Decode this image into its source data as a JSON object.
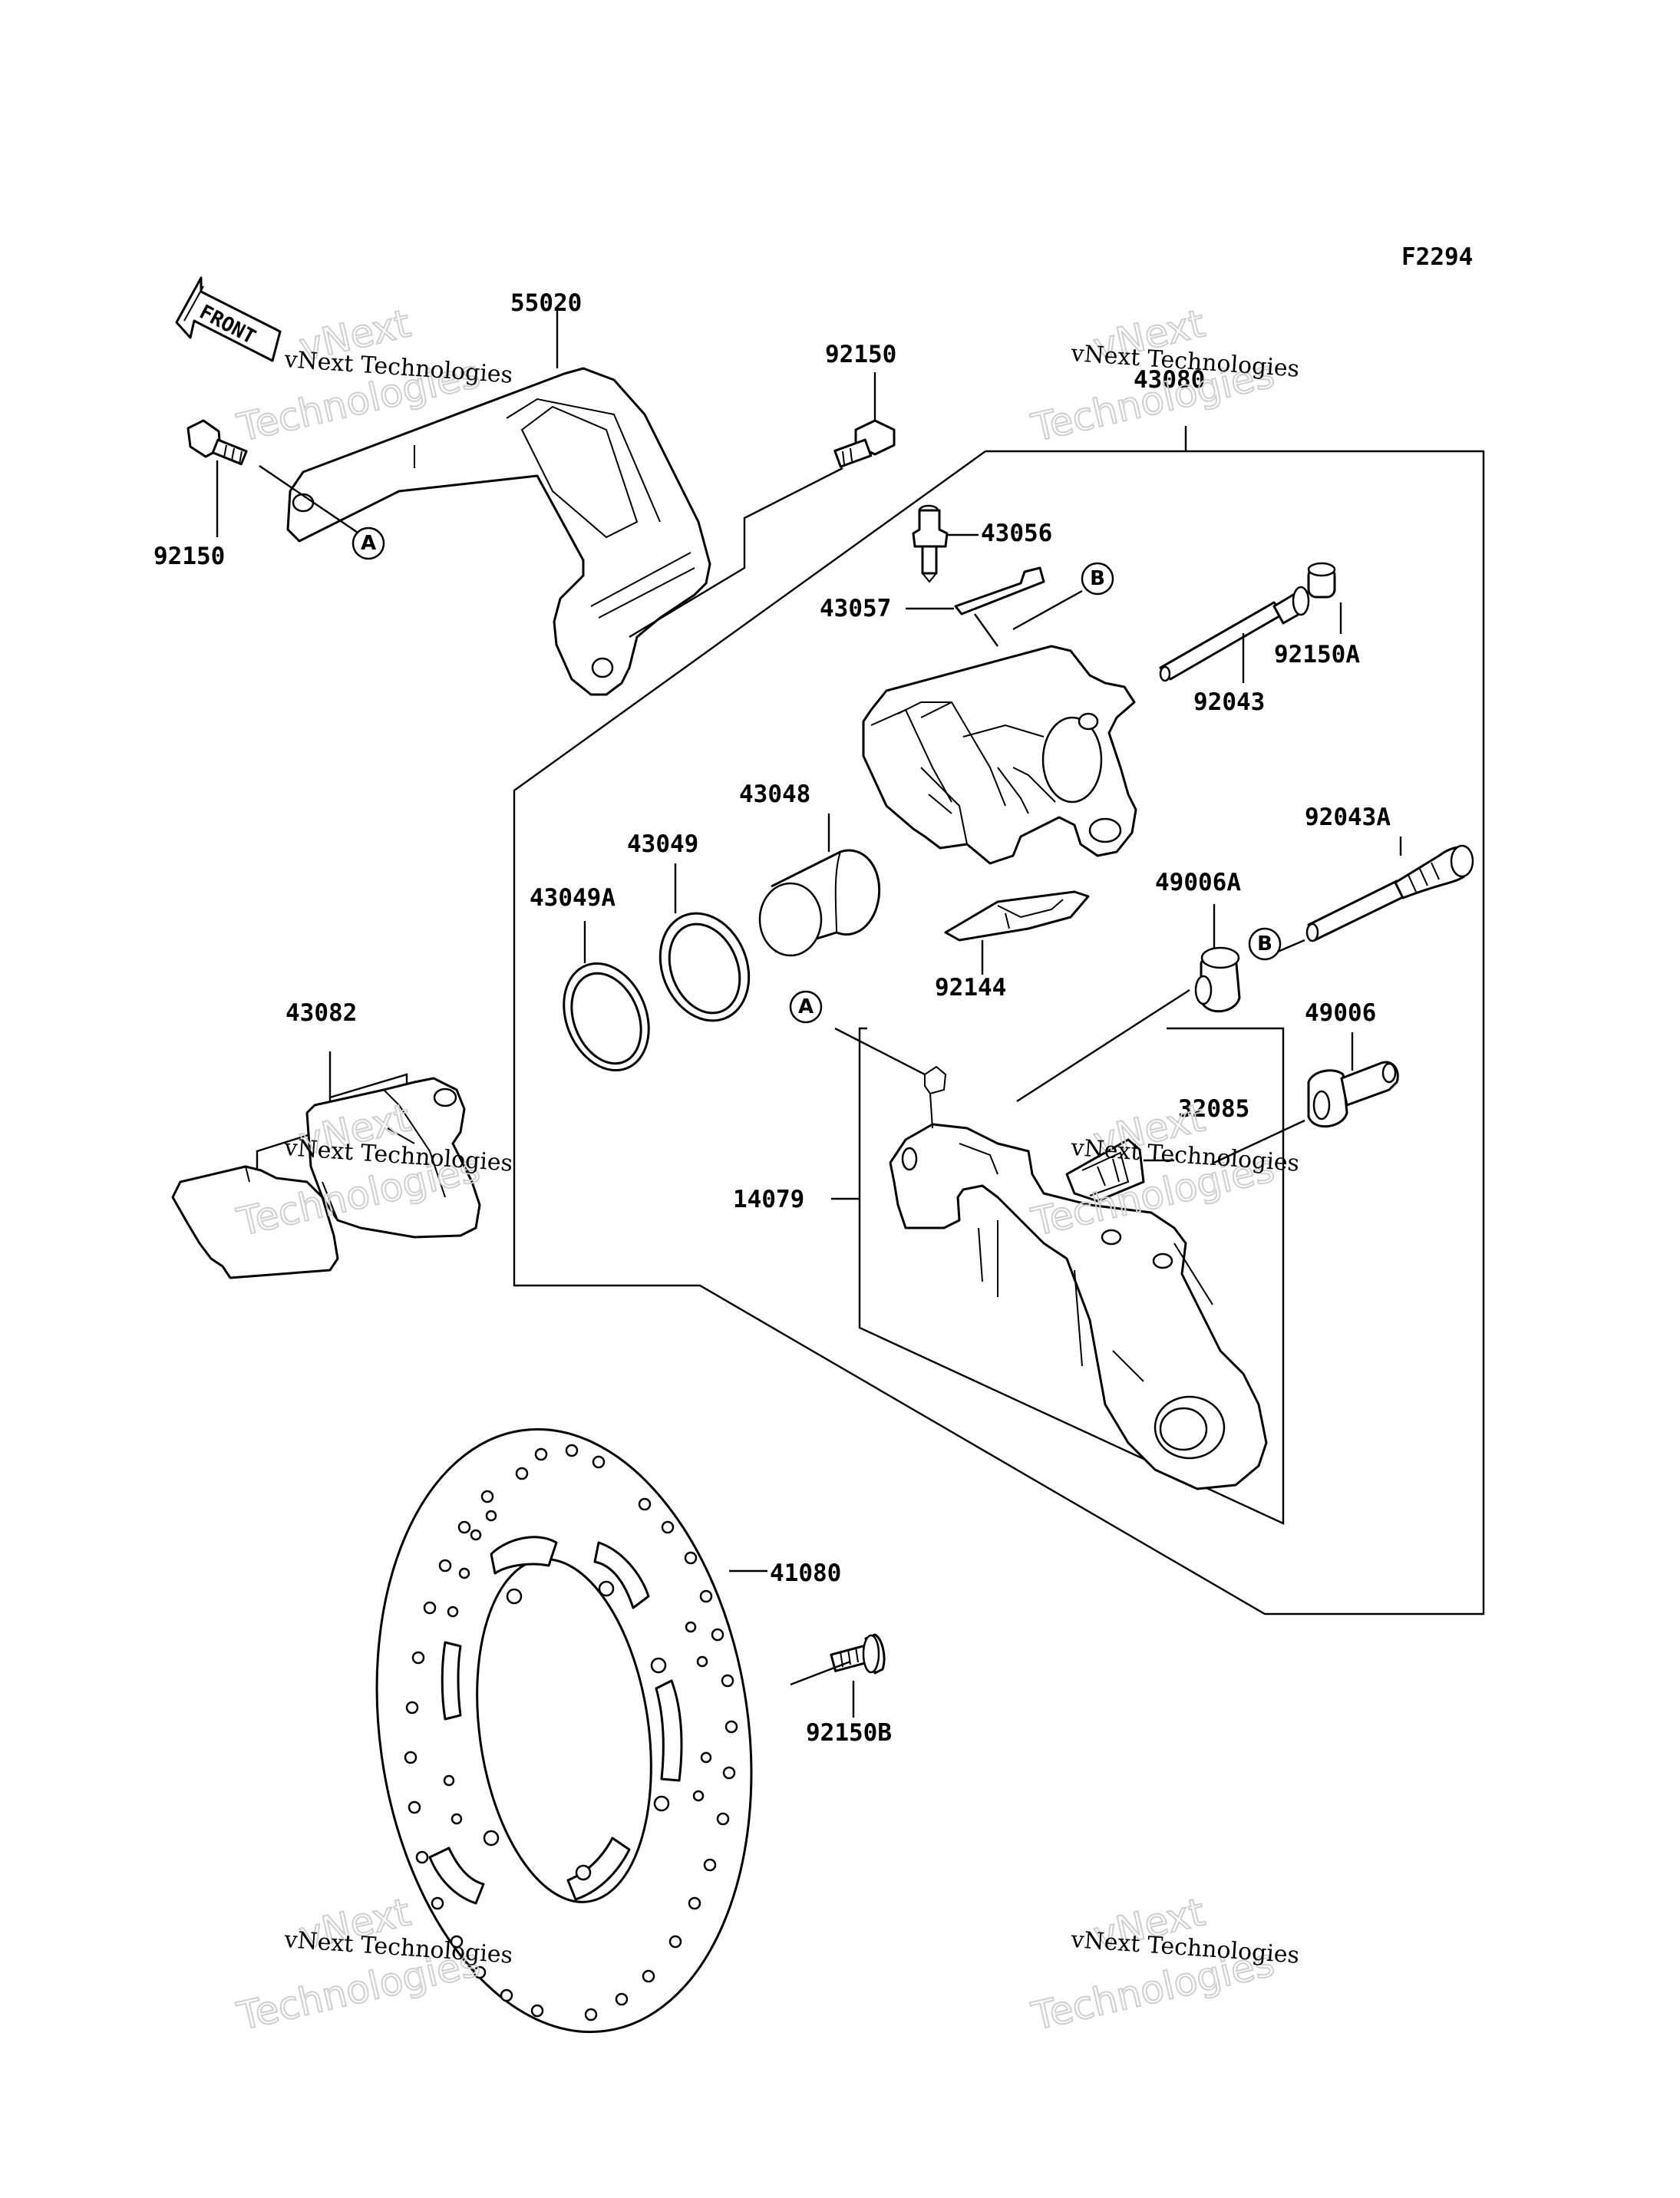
{
  "figure_code": "F2294",
  "front_arrow_label": "FRONT",
  "callouts": {
    "a": "A",
    "b": "B"
  },
  "parts": {
    "p55020": "55020",
    "p92150_top": "92150",
    "p92150_left": "92150",
    "p43080": "43080",
    "p43056": "43056",
    "p43057": "43057",
    "p92043": "92043",
    "p92150A": "92150A",
    "p43048": "43048",
    "p43049": "43049",
    "p43049A": "43049A",
    "p92043A": "92043A",
    "p49006A": "49006A",
    "p92144": "92144",
    "p43082": "43082",
    "p49006": "49006",
    "p32085": "32085",
    "p14079": "14079",
    "p41080": "41080",
    "p92150B": "92150B"
  },
  "watermarks": {
    "small": "vNext Technologies",
    "big_line1": "vNext",
    "big_line2": "Technologies"
  }
}
